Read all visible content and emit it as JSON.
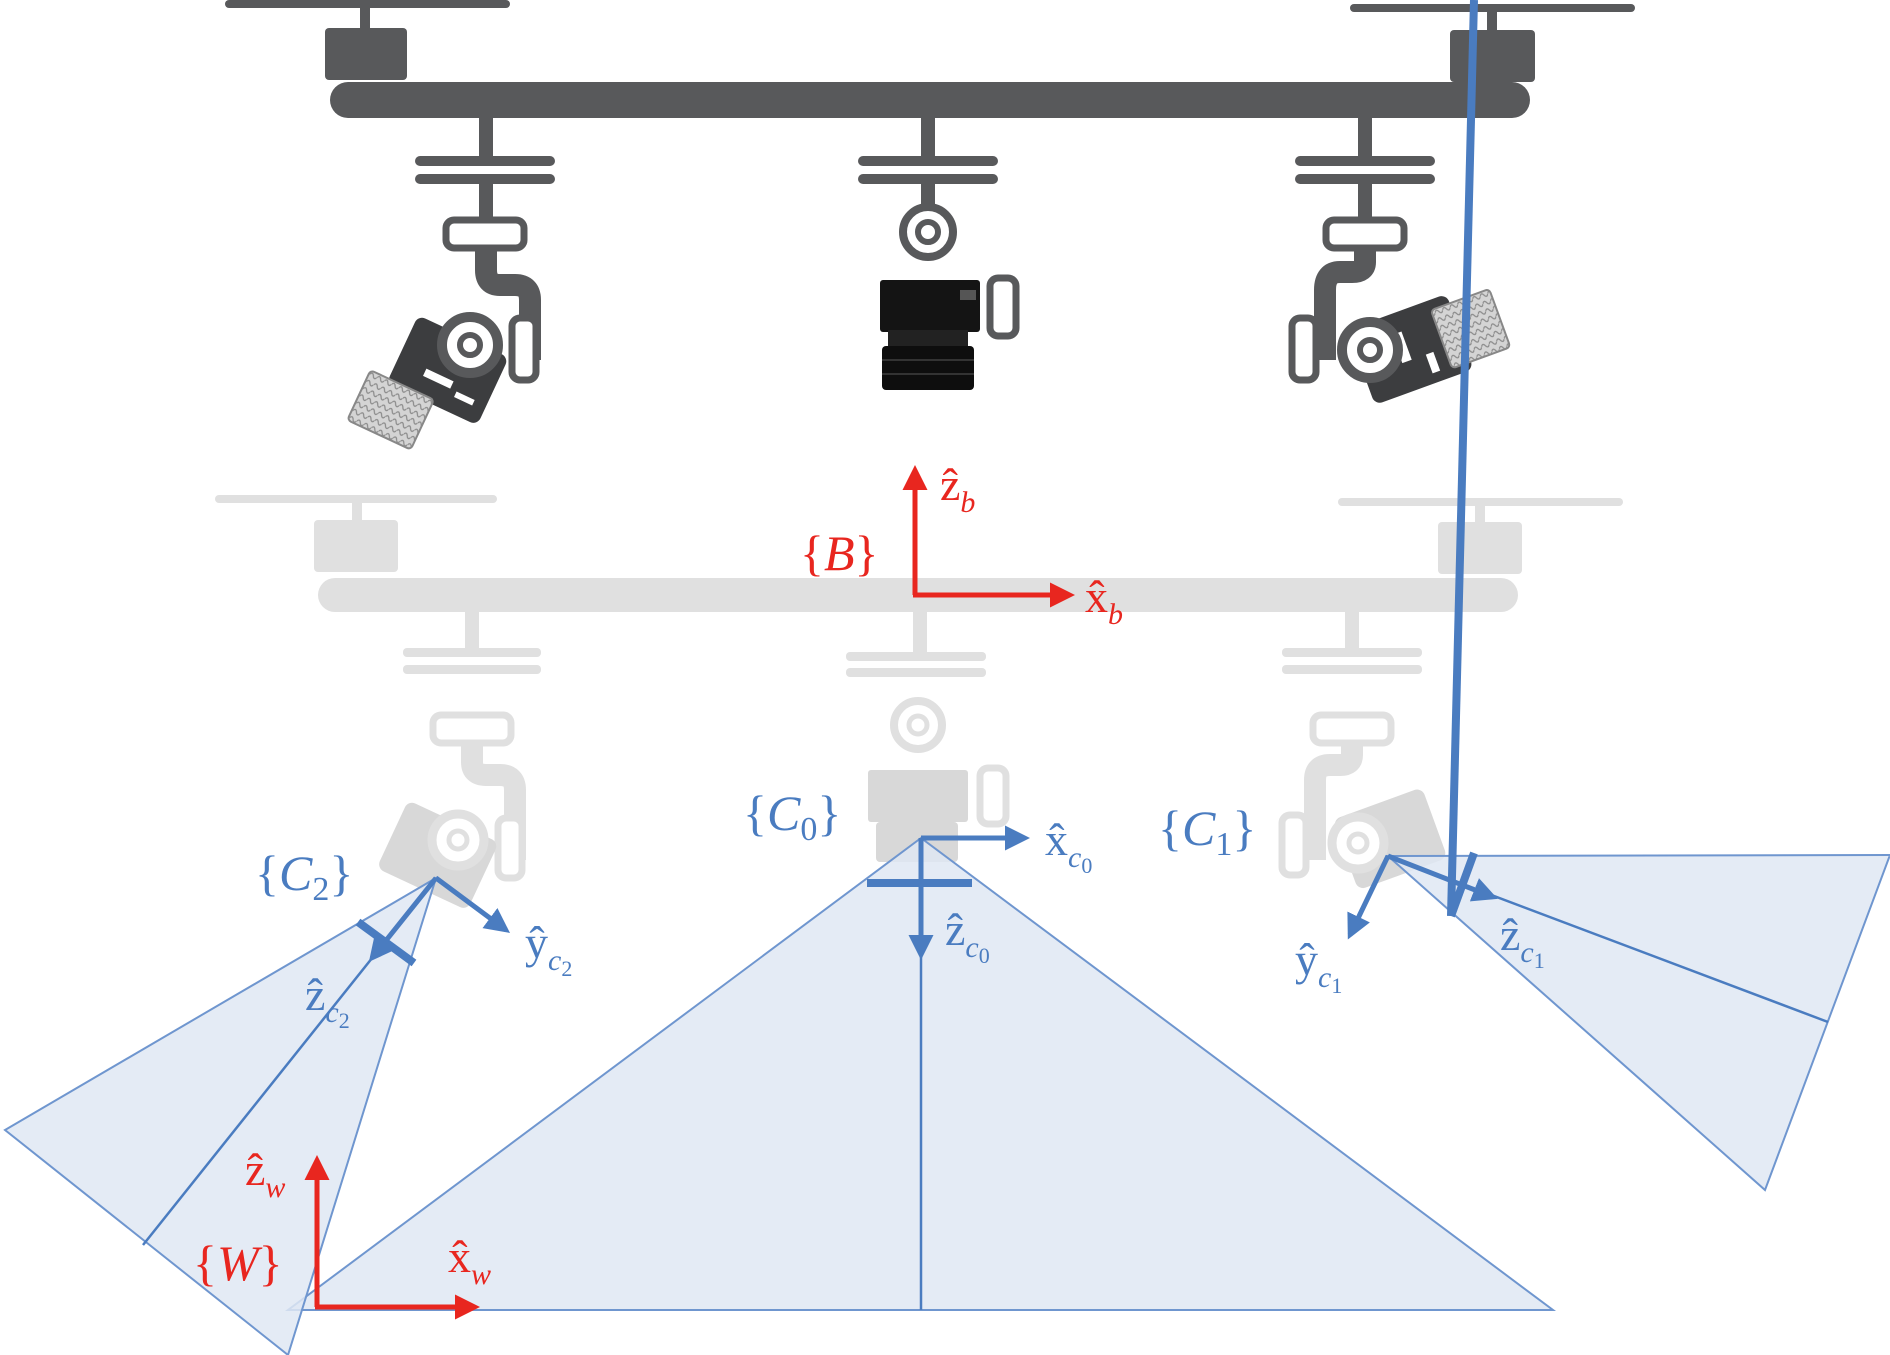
{
  "colors": {
    "rig_dark": "#58595b",
    "rig_light": "#e0e0e0",
    "camera_body": "#3c3d3f",
    "camera_black": "#141414",
    "lens_silver": "#c9c9c9",
    "frame_red": "#e8261f",
    "frame_blue": "#4a7cc0",
    "frustum_fill": "#dfe7f3",
    "frustum_stroke": "#6f96cf"
  },
  "icons": [
    "drone-rig-icon",
    "gimbal-camera-icon",
    "coordinate-axes-icon"
  ],
  "frames": {
    "body": {
      "label_open": "{",
      "label_var": "B",
      "label_close": "}",
      "x_hat": "x̂",
      "x_sub": "b",
      "z_hat": "ẑ",
      "z_sub": "b"
    },
    "world": {
      "label_open": "{",
      "label_var": "W",
      "label_close": "}",
      "x_hat": "x̂",
      "x_sub": "w",
      "z_hat": "ẑ",
      "z_sub": "w"
    },
    "cam0": {
      "label_open": "{",
      "label_var": "C",
      "label_idx": "0",
      "label_close": "}",
      "x_hat": "x̂",
      "x_sub": "c",
      "x_idx": "0",
      "z_hat": "ẑ",
      "z_sub": "c",
      "z_idx": "0"
    },
    "cam1": {
      "label_open": "{",
      "label_var": "C",
      "label_idx": "1",
      "label_close": "}",
      "y_hat": "ŷ",
      "y_sub": "c",
      "y_idx": "1",
      "z_hat": "ẑ",
      "z_sub": "c",
      "z_idx": "1"
    },
    "cam2": {
      "label_open": "{",
      "label_var": "C",
      "label_idx": "2",
      "label_close": "}",
      "y_hat": "ŷ",
      "y_sub": "c",
      "y_idx": "2",
      "z_hat": "ẑ",
      "z_sub": "c",
      "z_idx": "2"
    }
  }
}
